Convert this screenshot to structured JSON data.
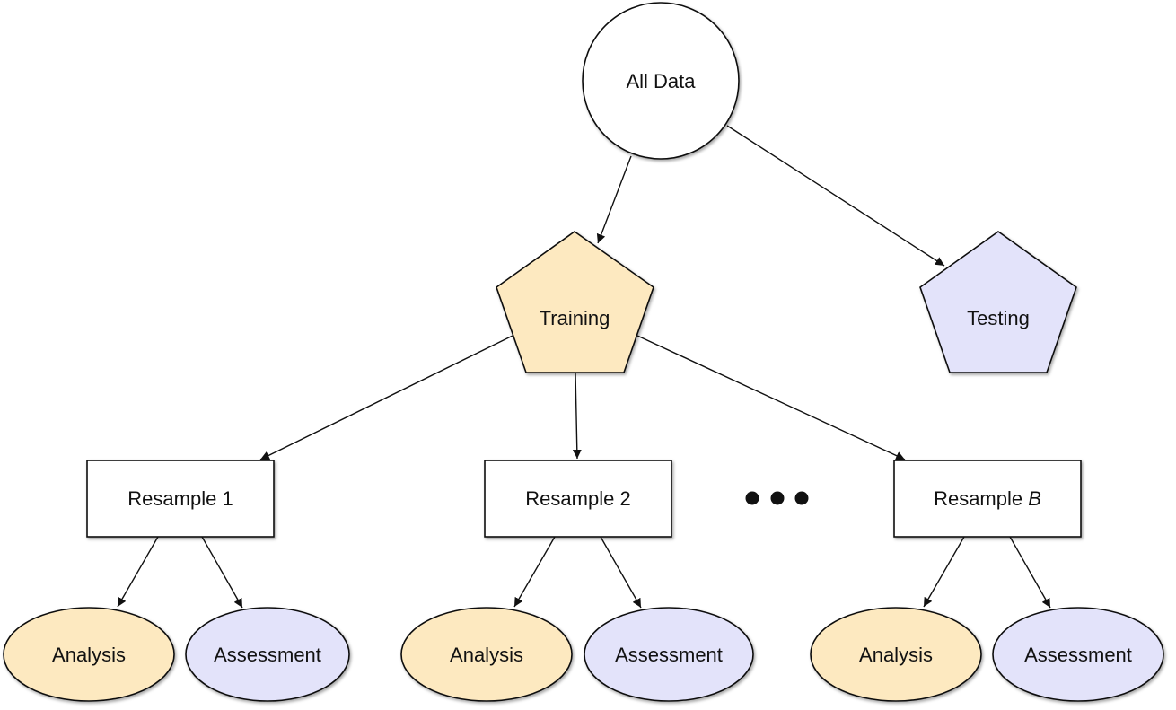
{
  "diagram": {
    "colors": {
      "training": "#fde9c0",
      "testing": "#e3e3fa",
      "analysis": "#fde9c0",
      "assessment": "#e3e3fa",
      "plain": "#ffffff",
      "stroke": "#111111"
    },
    "nodes": {
      "all_data": "All Data",
      "training": "Training",
      "testing": "Testing",
      "resample_1_prefix": "Resample 1",
      "resample_2_prefix": "Resample 2",
      "resample_b_prefix": "Resample ",
      "resample_b_italic": "B",
      "analysis_1": "Analysis",
      "assessment_1": "Assessment",
      "analysis_2": "Analysis",
      "assessment_2": "Assessment",
      "analysis_b": "Analysis",
      "assessment_b": "Assessment"
    },
    "ellipsis_icon": "three-dots",
    "edges": [
      [
        "All Data",
        "Training"
      ],
      [
        "All Data",
        "Testing"
      ],
      [
        "Training",
        "Resample 1"
      ],
      [
        "Training",
        "Resample 2"
      ],
      [
        "Training",
        "Resample B"
      ],
      [
        "Resample 1",
        "Analysis"
      ],
      [
        "Resample 1",
        "Assessment"
      ],
      [
        "Resample 2",
        "Analysis"
      ],
      [
        "Resample 2",
        "Assessment"
      ],
      [
        "Resample B",
        "Analysis"
      ],
      [
        "Resample B",
        "Assessment"
      ]
    ]
  }
}
